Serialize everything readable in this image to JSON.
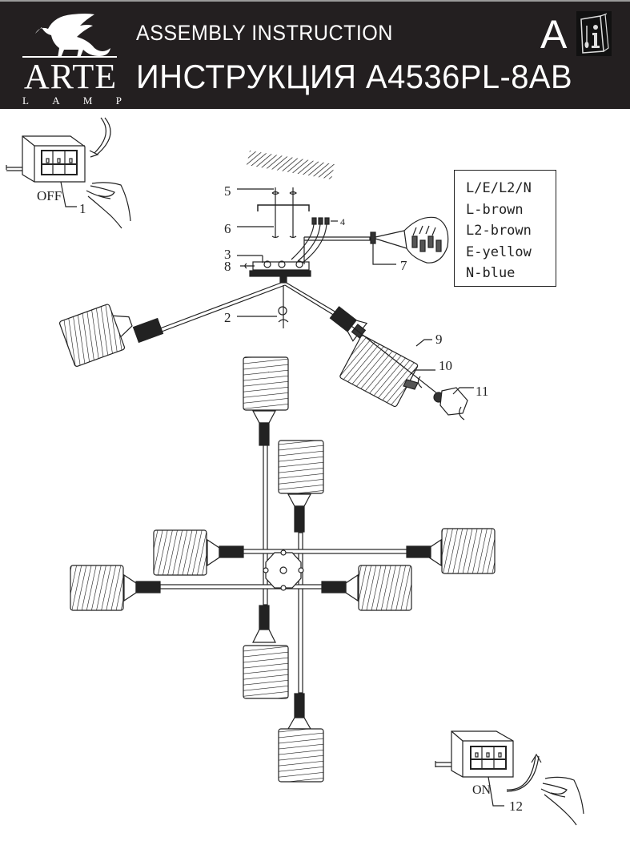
{
  "header": {
    "brand": "ARTE",
    "brand_sub": [
      "L",
      "A",
      "M",
      "P"
    ],
    "title_en": "ASSEMBLY  INSTRUCTION",
    "title_ru": "ИНСТРУКЦИЯ A4536PL-8AB",
    "language_letter": "A",
    "manual_icon": "manual-info-icon",
    "background_color": "#231f20"
  },
  "legend": {
    "lines": [
      "L/E/L2/N",
      "L-brown",
      "L2-brown",
      "E-yellow",
      "N-blue"
    ]
  },
  "switch_off": {
    "state_label": "OFF",
    "callout": "1"
  },
  "switch_on": {
    "state_label": "ON",
    "callout": "12"
  },
  "callouts": {
    "c2": "2",
    "c3": "3",
    "c4": "4",
    "c5": "5",
    "c6": "6",
    "c7": "7",
    "c8": "8",
    "c9": "9",
    "c10": "10",
    "c11": "11"
  }
}
